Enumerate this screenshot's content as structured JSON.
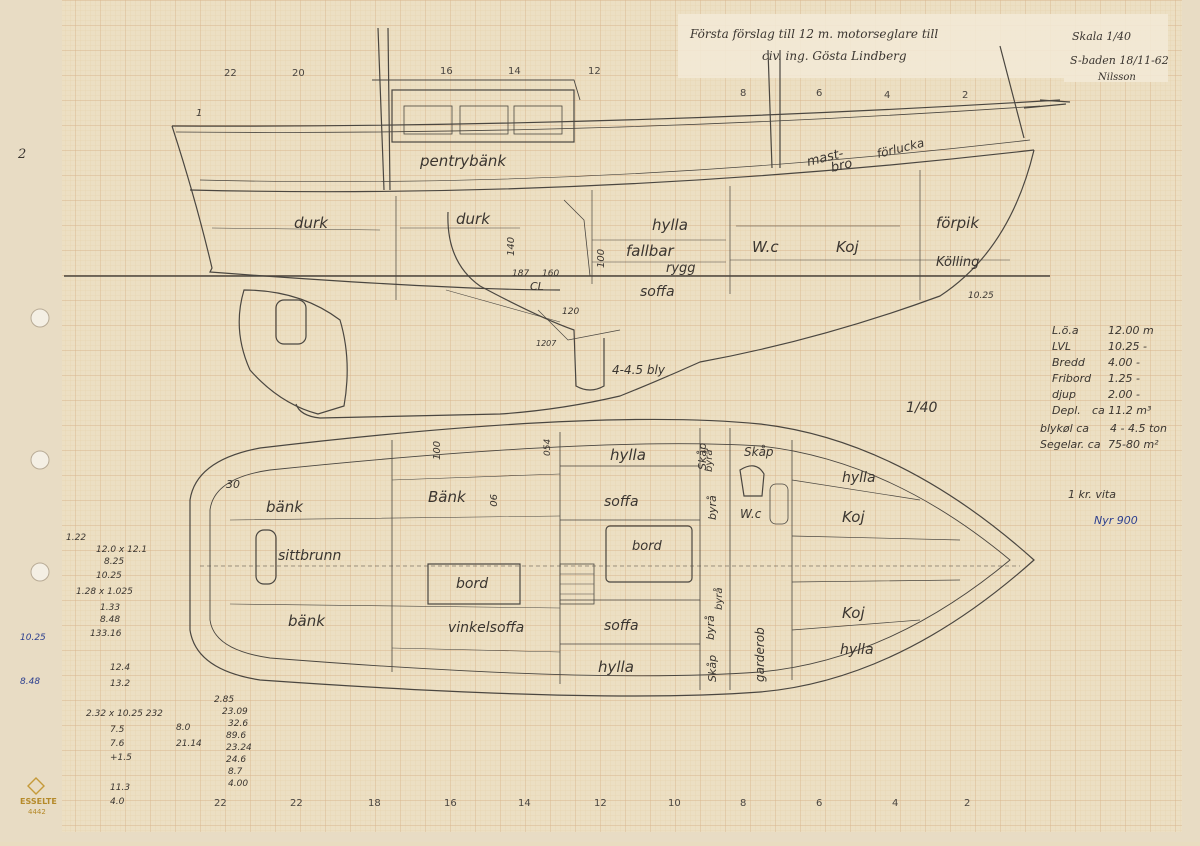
{
  "title_note": {
    "line1": "Första förslag till 12 m. motorseglare till",
    "line2": "civ. ing. Gösta Lindberg"
  },
  "stamp": {
    "scale": "Skala 1/40",
    "date": "S-baden 18/11-62",
    "signature": "Nilsson"
  },
  "corner_mark": "2",
  "station_numbers_top": [
    "22",
    "20",
    "16",
    "14",
    "12",
    "8",
    "6",
    "4",
    "2"
  ],
  "station_numbers_bottom": [
    "22",
    "22",
    "18",
    "16",
    "14",
    "12",
    "10",
    "8",
    "6",
    "4",
    "2"
  ],
  "profile_labels": {
    "station_1": "1",
    "pentrybank": "pentrybänk",
    "durk_aft": "durk",
    "durk_mid": "durk",
    "hylla": "hylla",
    "fallbar_rygg": "fallbar",
    "rygg": "rygg",
    "soffa": "soffa",
    "wc": "W.c",
    "koj": "Koj",
    "forpik": "förpik",
    "kolling": "Kölling",
    "mastbro": "mast-",
    "bro": "bro",
    "forlucka": "förlucka",
    "dim_140": "140",
    "dim_100": "100",
    "dim_187": "187",
    "dim_160": "160",
    "cl": "CL",
    "dim_120": "120",
    "dim_1207": "1207",
    "dim_1025": "10.25",
    "ballast": "4-4.5 bly",
    "scale_note": "1/40"
  },
  "plan_labels": {
    "dim_30": "30",
    "bank_aft": "bänk",
    "bank_mid": "Bänk",
    "dim_90": "90",
    "sittbrunn": "sittbrunn",
    "bank_port": "bänk",
    "bord_saloon": "bord",
    "vinkelsoffa": "vinkelsoffa",
    "dim_100": "100",
    "dim_054": "054",
    "hylla_top": "hylla",
    "soffa_top": "soffa",
    "bord_center": "bord",
    "soffa_bottom": "soffa",
    "hylla_bottom": "hylla",
    "skap_top_1": "Skåp",
    "skap_top_2": "Skåp",
    "byra_top": "byrå",
    "byra_top_2": "byrå",
    "wc": "W.c",
    "byra_bottom": "byrå",
    "byra_bottom_2": "byrå",
    "skap_bottom": "Skåp",
    "garderob": "garderob",
    "hylla_fwd_top": "hylla",
    "koj_top": "Koj",
    "koj_bottom": "Koj",
    "hylla_fwd_bottom": "hylla"
  },
  "specs": [
    {
      "label": "L.ö.a",
      "value": "12.00 m"
    },
    {
      "label": "LVL",
      "value": "10.25 -"
    },
    {
      "label": "Bredd",
      "value": "4.00 -"
    },
    {
      "label": "Fribord",
      "value": "1.25 -"
    },
    {
      "label": "djup",
      "value": "2.00 -"
    },
    {
      "label": "Depl.",
      "value": "ca 11.2 m³"
    },
    {
      "label": "blykøl ca",
      "value": "4 - 4.5 ton"
    },
    {
      "label": "Segelar. ca",
      "value": "75-80 m²"
    }
  ],
  "side_note": {
    "line1": "1 kr. vita",
    "line2": "Nyr 900"
  },
  "margin_calcs": [
    "1.22",
    "12.0 x 12.1",
    "8.25",
    "10.25",
    "1.28 x 1.025",
    "1.33",
    "8.48",
    "133.16",
    "12.4",
    "13.2",
    "2.32 x 10.25 232",
    "7.5",
    "7.6",
    "+1.5",
    "11.3",
    "4.0"
  ],
  "margin_calcs_2": [
    "2.85",
    "23.09",
    "32.6",
    "89.6",
    "23.24",
    "24.6",
    "8.7",
    "4.00",
    "8.0",
    "21.14"
  ],
  "manufacturer": {
    "brand": "ESSELTE",
    "number": "4442"
  },
  "colors": {
    "paper": "#ecdfc3",
    "grid_fine": "#e2c9a0",
    "grid_major": "#d7b48a",
    "pencil": "#4a4640",
    "ink_blue": "#2c3f8f"
  }
}
